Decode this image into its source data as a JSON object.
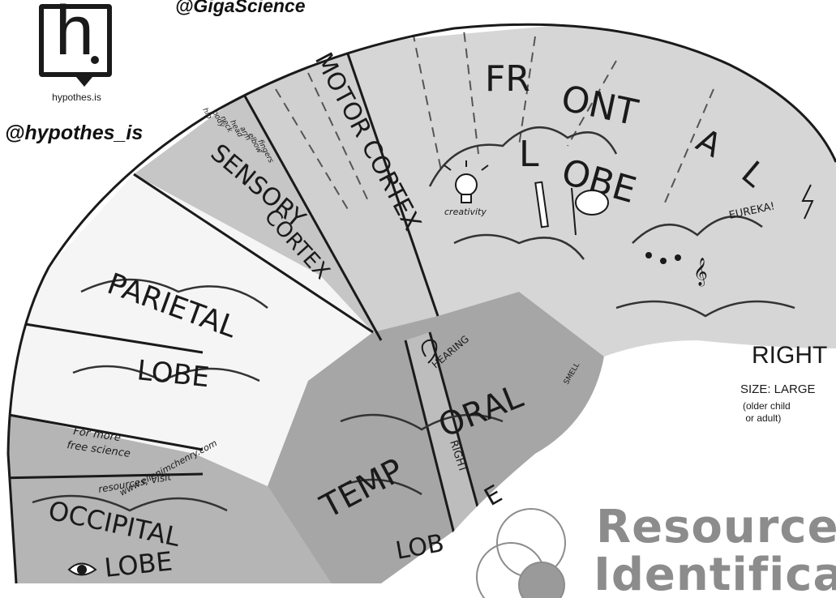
{
  "logo": {
    "glyph": "h",
    "caption": "hypothes.is"
  },
  "handles": {
    "hypothesis": "@hypothes_is",
    "gigascience": "@GigaScience"
  },
  "brain": {
    "regions": {
      "frontal": [
        "FR",
        "ONT",
        "A",
        "L",
        "L",
        "OBE"
      ],
      "motor": "MOTOR CORTEX",
      "sensory_1": "SENSORY",
      "sensory_2": "CORTEX",
      "parietal_1": "PARIETAL",
      "parietal_2": "LOBE",
      "temporal_1": "TEMP",
      "temporal_2": "ORAL",
      "temporal_3": "LOB",
      "temporal_4": "E",
      "occipital_1": "OCCIPITAL",
      "occipital_2": "LOBE"
    },
    "small_labels": {
      "creativity": "creativity",
      "eureka": "EUREKA!",
      "hearing": "HEARING",
      "right_strip": "RIGHT",
      "more_1": "For more",
      "more_2": "free science",
      "more_3": "resources, visit",
      "more_4": "www.ellenjmchenry.com",
      "sensory_parts": [
        "hip",
        "body",
        "neck",
        "head",
        "arm",
        "elbow",
        "fingers"
      ],
      "smell": "SMELL"
    }
  },
  "side_info": {
    "side": "RIGHT",
    "size": "SIZE: LARGE",
    "note": "(older child\n or adult)"
  },
  "watermark": {
    "line1": "Resource",
    "line2": "Identification"
  },
  "colors": {
    "ink": "#1a1a1a",
    "light_region": "#f4f4f4",
    "mid_region": "#c9c9c9",
    "dark_region": "#a9a9a9",
    "watermark": "#8c8c8c"
  }
}
